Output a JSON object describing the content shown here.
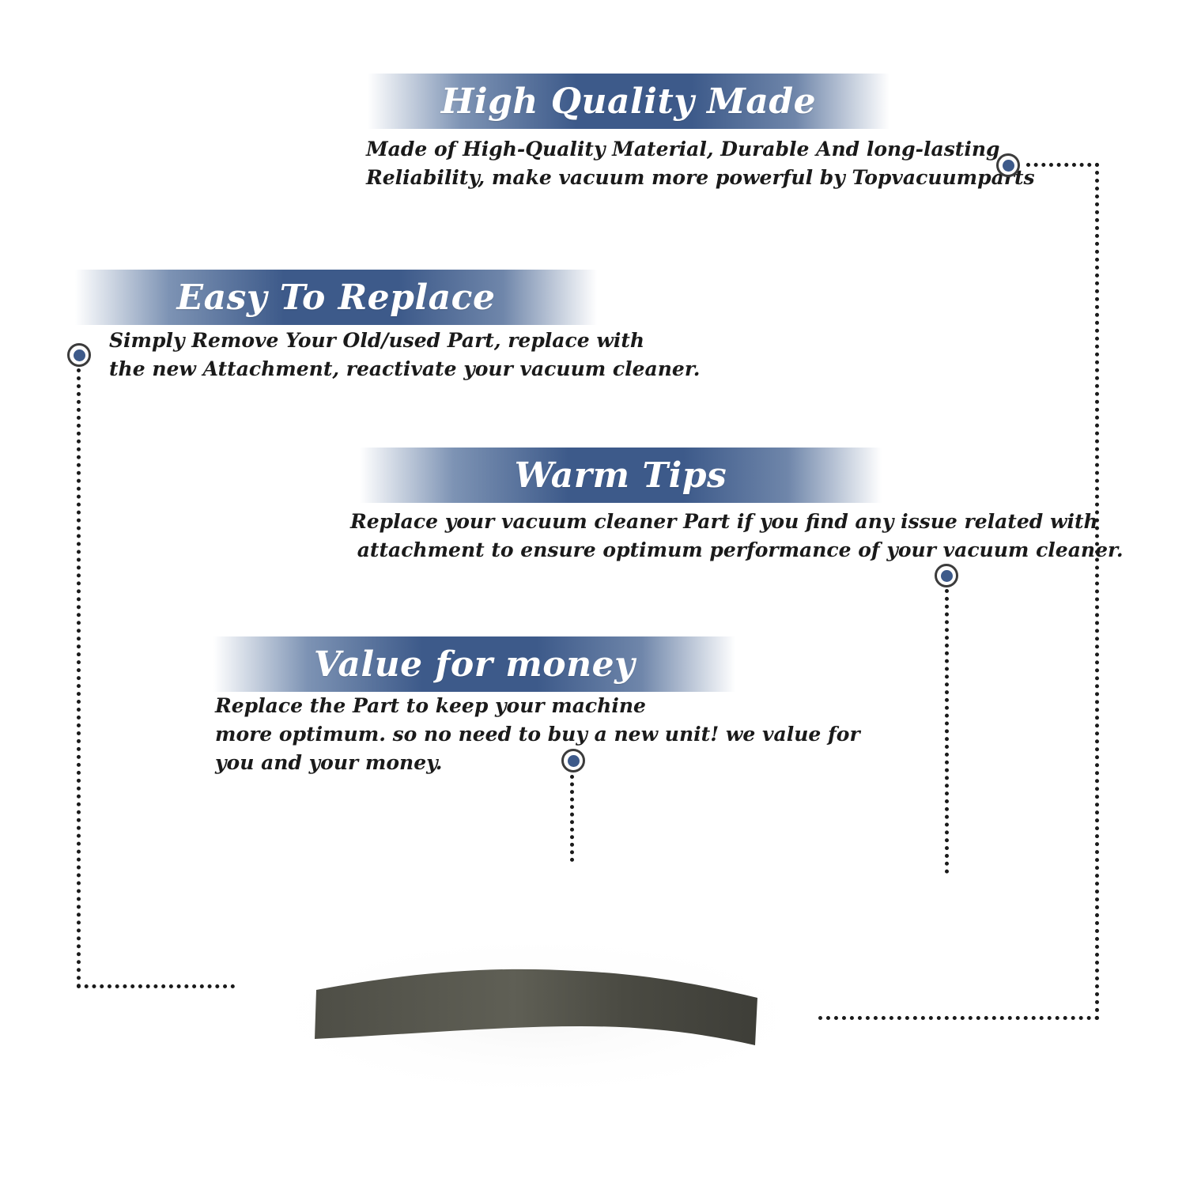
{
  "features": [
    {
      "title": "High Quality Made",
      "lines": [
        "Made of  High-Quality Material, Durable And long-lasting",
        "Reliability, make vacuum more powerful by Topvacuumparts"
      ]
    },
    {
      "title": "Easy To Replace",
      "lines": [
        "Simply Remove Your Old/used Part, replace with",
        "the new Attachment, reactivate your vacuum cleaner."
      ]
    },
    {
      "title": "Warm Tips",
      "lines": [
        "Replace your vacuum cleaner Part if you find any issue related with",
        " attachment to ensure optimum performance of your vacuum cleaner."
      ]
    },
    {
      "title": "Value for money",
      "lines": [
        "Replace the Part to keep your machine",
        "more optimum. so no need to buy a new unit! we value for",
        "you and your money."
      ]
    }
  ],
  "colors": {
    "banner_blue": "#3d5a8a",
    "marker_fill": "#3d5a8a",
    "dot_line": "#1a1a1a",
    "text": "#1a1a1a",
    "product_strip": "#4a4a42"
  },
  "product": {
    "icon": "rubber-strip-icon"
  }
}
